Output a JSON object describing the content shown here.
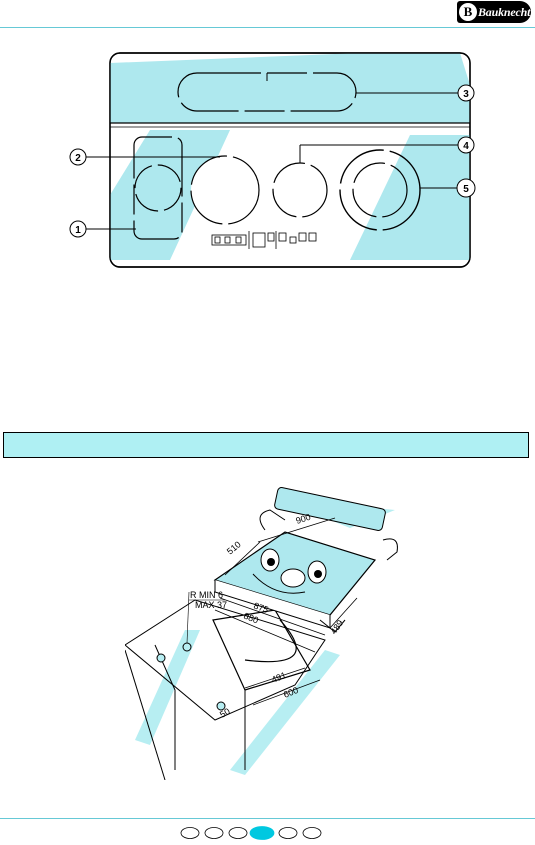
{
  "header": {
    "brand": "Bauknecht"
  },
  "section": {
    "title": ""
  },
  "figure1": {
    "callouts": [
      "1",
      "2",
      "3",
      "4",
      "5"
    ]
  },
  "figure2": {
    "dimensions": {
      "d900": "900",
      "d510": "510",
      "d875": "875",
      "d880": "880",
      "d489": "489",
      "d491": "491",
      "d600": "600",
      "d50": "50",
      "radius_r": "R",
      "radius_min": "MIN 6",
      "radius_max": "MAX 37"
    }
  },
  "footer": {
    "pages": 6,
    "current_page": 4
  },
  "colors": {
    "accent": "#66c9d6",
    "panel_fill": "#aee8ee",
    "bar_fill": "#aff0f3"
  }
}
